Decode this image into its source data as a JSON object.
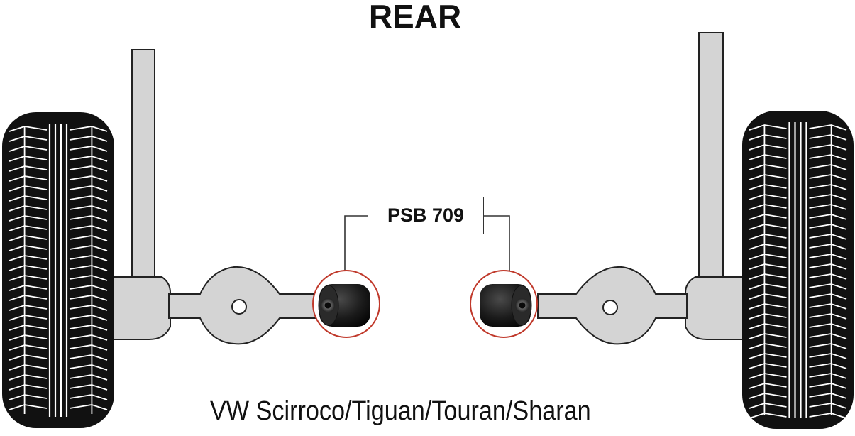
{
  "title": "REAR",
  "part_label": "PSB 709",
  "caption": "VW Scirroco/Tiguan/Touran/Sharan",
  "colors": {
    "tire": "#111111",
    "tread": "#ffffff",
    "metal": "#d4d4d4",
    "outline": "#222222",
    "callout_ring": "#c0392b",
    "bush_rubber": "#1b1b1b"
  },
  "icons": [
    "tire-icon",
    "bushing-icon",
    "suspension-arm-icon"
  ]
}
